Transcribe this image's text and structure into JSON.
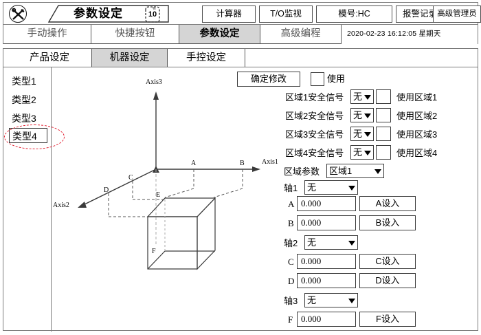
{
  "titlebar": {
    "tools_icon": "tools-icon",
    "title": "参数设定",
    "gear_value": "10",
    "gear_unit": "%",
    "buttons": [
      {
        "label": "计算器",
        "name": "calculator-button"
      },
      {
        "label": "T/O监视",
        "name": "io-monitor-button"
      },
      {
        "label": "模号:HC",
        "name": "mold-number-button"
      },
      {
        "label": "报警记录",
        "name": "alarm-log-button"
      },
      {
        "label": "高级管理员",
        "name": "admin-button"
      }
    ]
  },
  "tabs_primary": [
    {
      "label": "手动操作",
      "active": false
    },
    {
      "label": "快捷按钮",
      "active": false
    },
    {
      "label": "参数设定",
      "active": true
    },
    {
      "label": "高级编程",
      "active": false
    }
  ],
  "datetime": "2020-02-23   16:12:05  星期天",
  "tabs_secondary": [
    {
      "label": "产品设定",
      "active": false
    },
    {
      "label": "机器设定",
      "active": true
    },
    {
      "label": "手控设定",
      "active": false
    }
  ],
  "sidebar": {
    "items": [
      {
        "label": "类型1",
        "selected": false
      },
      {
        "label": "类型2",
        "selected": false
      },
      {
        "label": "类型3",
        "selected": false
      },
      {
        "label": "类型4",
        "selected": true
      }
    ]
  },
  "diagram": {
    "axis1_label": "Axis1",
    "axis2_label": "Axis2",
    "axis3_label": "Axis3",
    "point_a": "A",
    "point_b": "B",
    "point_c": "C",
    "point_d": "D",
    "point_e": "E",
    "point_f": "F"
  },
  "panel": {
    "confirm_label": "确定修改",
    "use_label": "使用",
    "use_checked": false,
    "signals": [
      {
        "label": "区域1安全信号",
        "value": "无",
        "use_label": "使用区域1",
        "checked": false
      },
      {
        "label": "区域2安全信号",
        "value": "无",
        "use_label": "使用区域2",
        "checked": false
      },
      {
        "label": "区域3安全信号",
        "value": "无",
        "use_label": "使用区域3",
        "checked": false
      },
      {
        "label": "区域4安全信号",
        "value": "无",
        "use_label": "使用区域4",
        "checked": false
      }
    ],
    "zone_param_label": "区域参数",
    "zone_param_value": "区域1",
    "axes": [
      {
        "label": "轴1",
        "value": "无",
        "fields": [
          {
            "name": "A",
            "value": "0.000",
            "button": "A设入"
          },
          {
            "name": "B",
            "value": "0.000",
            "button": "B设入"
          }
        ]
      },
      {
        "label": "轴2",
        "value": "无",
        "fields": [
          {
            "name": "C",
            "value": "0.000",
            "button": "C设入"
          },
          {
            "name": "D",
            "value": "0.000",
            "button": "D设入"
          }
        ]
      },
      {
        "label": "轴3",
        "value": "无",
        "fields": [
          {
            "name": "F",
            "value": "0.000",
            "button": "F设入"
          }
        ]
      }
    ]
  },
  "colors": {
    "active_tab_bg": "#d5d5d5",
    "annotation": "#e2182a",
    "border": "#3a3a3a",
    "frame": "#7a7a7a"
  }
}
